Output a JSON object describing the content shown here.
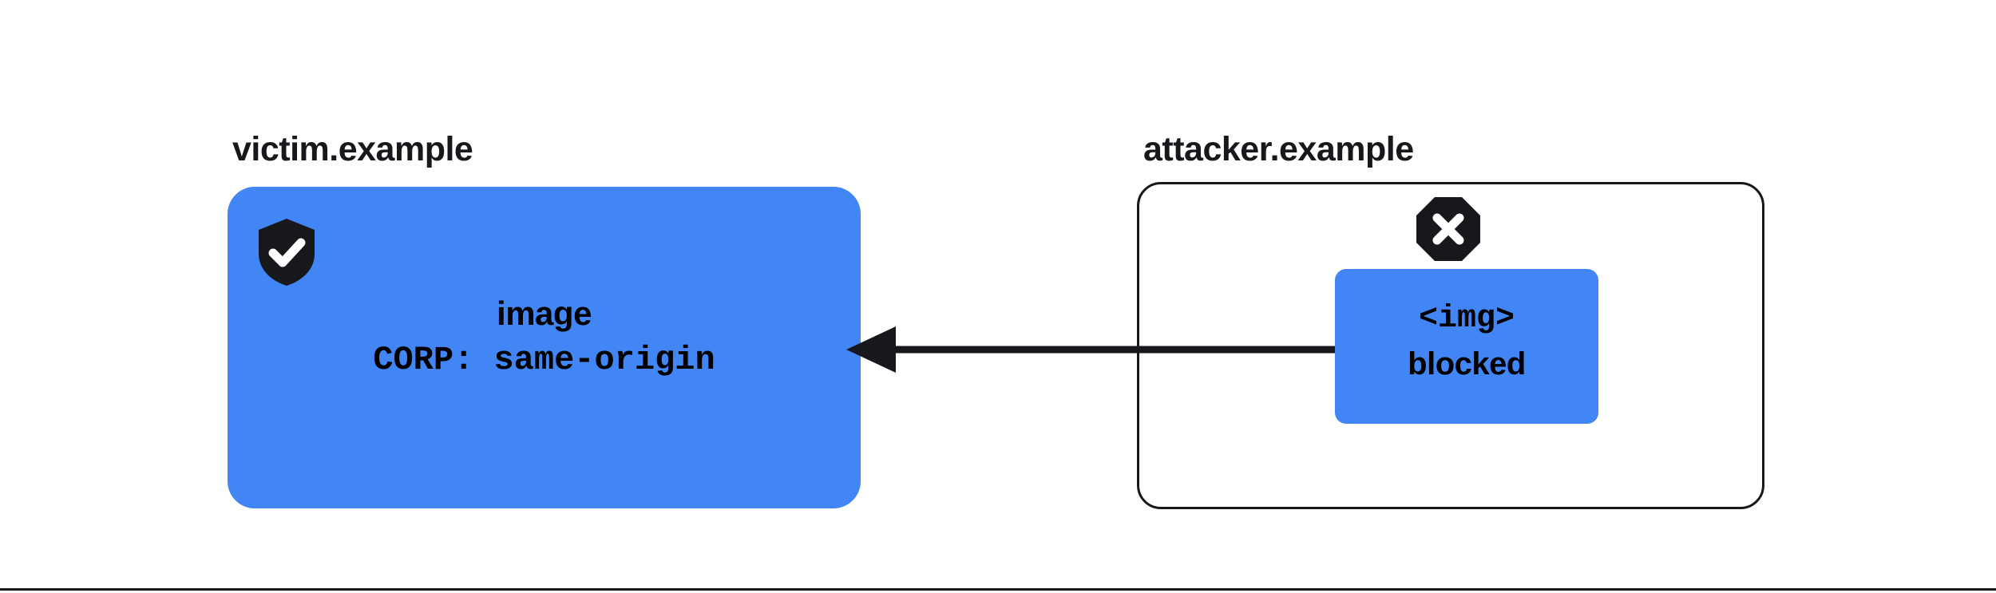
{
  "colors": {
    "background": "#ffffff",
    "resource_fill": "#4285f4",
    "ink": "#16181c",
    "text_on_blue": "#000000",
    "badge_fill": "#16181c",
    "badge_glyph": "#ffffff"
  },
  "victim": {
    "origin_label": "victim.example",
    "badge_icon": "shield-check-icon",
    "resource_name": "image",
    "header_line": "CORP: same-origin"
  },
  "attacker": {
    "origin_label": "attacker.example",
    "badge_icon": "octagon-x-icon",
    "element_tag": "<img>",
    "status": "blocked"
  },
  "arrow": {
    "icon": "arrow-left-icon",
    "direction": "right-to-left",
    "meaning": "cross-origin request from attacker.example to victim.example"
  }
}
